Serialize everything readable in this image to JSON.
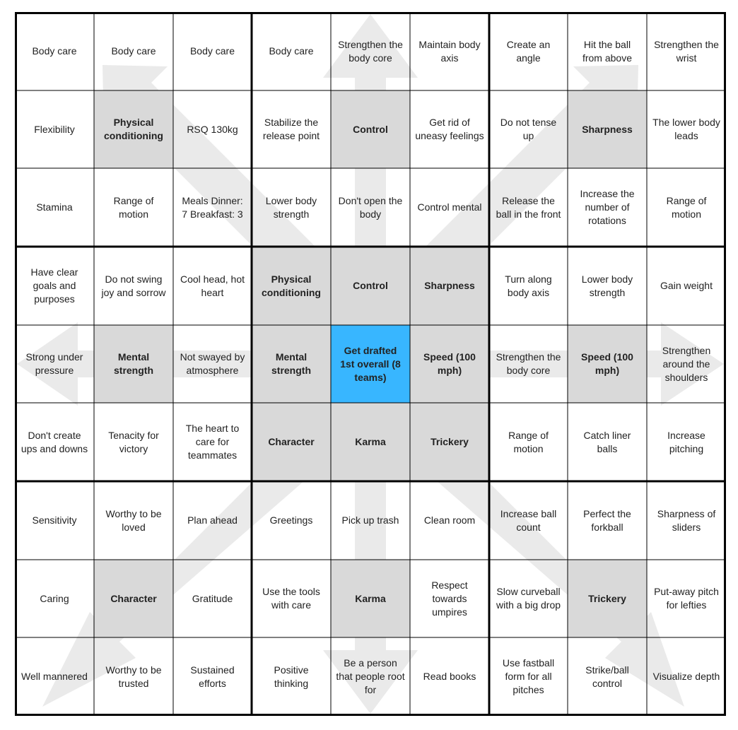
{
  "colors": {
    "goal_cell_bg": "#d9d9d9",
    "main_goal_bg": "#38b6ff",
    "arrow": "#eaeaea",
    "grid_line": "#000000"
  },
  "cells": [
    [
      "Body care",
      "Body care",
      "Body care",
      "Body care",
      "Strengthen the body core",
      "Maintain body axis",
      "Create an angle",
      "Hit the ball from above",
      "Strengthen the wrist"
    ],
    [
      "Flexibility",
      "Physical conditioning",
      "RSQ 130kg",
      "Stabilize the release point",
      "Control",
      "Get rid of uneasy feelings",
      "Do not tense up",
      "Sharpness",
      "The lower body leads"
    ],
    [
      "Stamina",
      "Range of motion",
      "Meals Dinner: 7 Breakfast: 3",
      "Lower body strength",
      "Don't open the body",
      "Control mental",
      "Release the ball in the front",
      "Increase the number of rotations",
      "Range of motion"
    ],
    [
      "Have clear goals and purposes",
      "Do not swing joy and sorrow",
      "Cool head, hot heart",
      "Physical conditioning",
      "Control",
      "Sharpness",
      "Turn along body axis",
      "Lower body strength",
      "Gain weight"
    ],
    [
      "Strong under pressure",
      "Mental strength",
      "Not swayed by atmosphere",
      "Mental strength",
      "Get drafted 1st overall (8 teams)",
      "Speed (100 mph)",
      "Strengthen the body core",
      "Speed (100 mph)",
      "Strengthen around the shoulders"
    ],
    [
      "Don't create ups and downs",
      "Tenacity for victory",
      "The heart to care for teammates",
      "Character",
      "Karma",
      "Trickery",
      "Range of motion",
      "Catch liner balls",
      "Increase pitching"
    ],
    [
      "Sensitivity",
      "Worthy to be loved",
      "Plan ahead",
      "Greetings",
      "Pick up trash",
      "Clean room",
      "Increase ball count",
      "Perfect the forkball",
      "Sharpness of sliders"
    ],
    [
      "Caring",
      "Character",
      "Gratitude",
      "Use the tools with care",
      "Karma",
      "Respect towards umpires",
      "Slow curveball with a big drop",
      "Trickery",
      "Put-away pitch for lefties"
    ],
    [
      "Well mannered",
      "Worthy to be trusted",
      "Sustained efforts",
      "Positive thinking",
      "Be a person that people root for",
      "Read books",
      "Use fastball form for all pitches",
      "Strike/ball control",
      "Visualize depth"
    ]
  ]
}
